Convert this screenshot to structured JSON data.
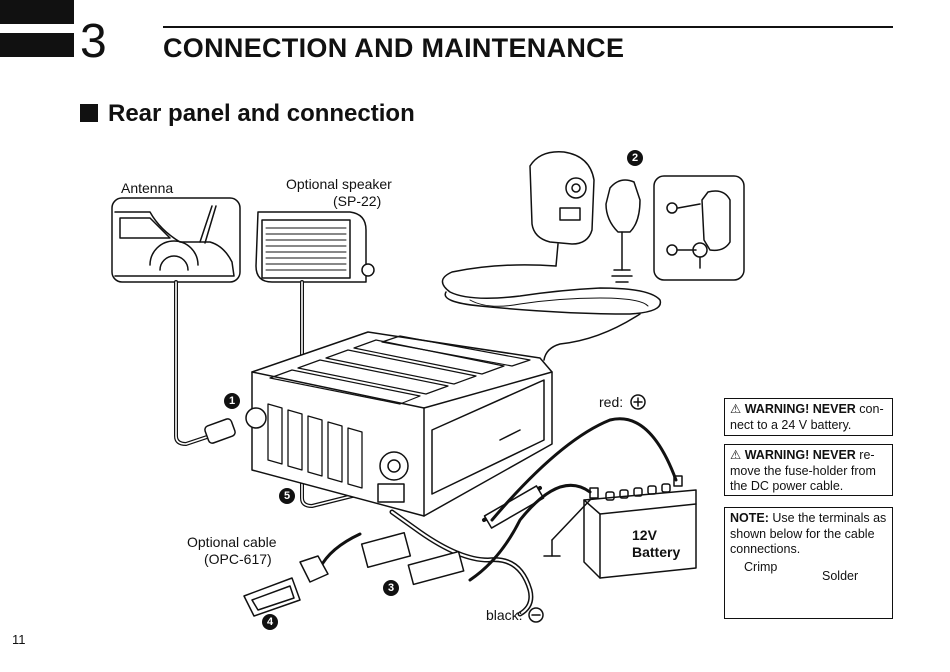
{
  "header": {
    "chapter_number": "3",
    "chapter_title": "CONNECTION AND MAINTENANCE"
  },
  "section": {
    "title": "Rear panel and connection"
  },
  "labels": {
    "antenna": "Antenna",
    "speaker_line1": "Optional speaker",
    "speaker_line2": "(SP-22)",
    "cable_line1": "Optional cable",
    "cable_line2": "(OPC-617)",
    "red": "red:",
    "black": "black:",
    "battery_line1": "12V",
    "battery_line2": "Battery",
    "crimp": "Crimp",
    "solder": "Solder"
  },
  "callouts": [
    "1",
    "2",
    "3",
    "4",
    "5"
  ],
  "notes": {
    "warning1_lead": "WARNING! NEVER",
    "warning1_text": " con-nect to a 24 V battery.",
    "warning2_lead": "WARNING! NEVER",
    "warning2_text": " re-move the fuse-holder from the DC power cable.",
    "note_lead": "NOTE:",
    "note_text": " Use the terminals as shown below for the cable connections."
  },
  "footer": {
    "page_number": "11"
  }
}
